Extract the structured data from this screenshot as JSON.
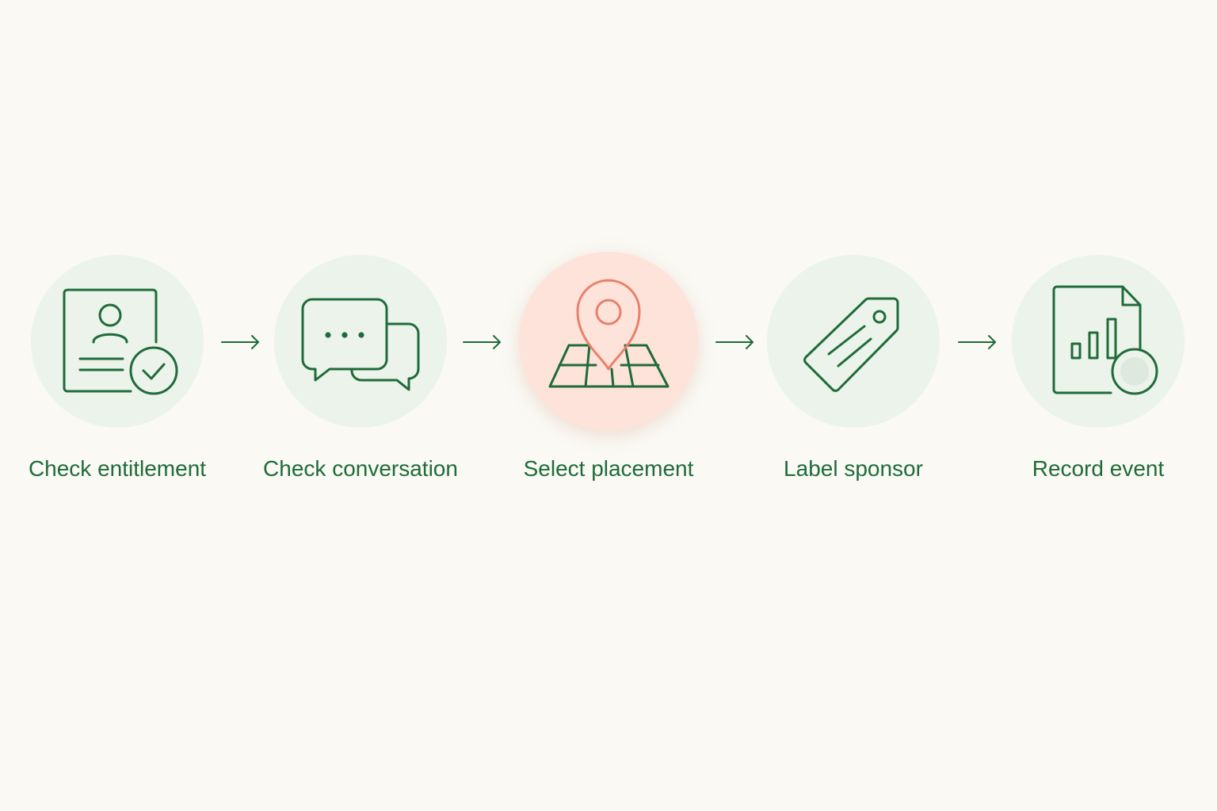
{
  "steps": [
    {
      "label": "Check entitlement",
      "icon": "profile-check-icon",
      "highlighted": false
    },
    {
      "label": "Check conversation",
      "icon": "chat-bubbles-icon",
      "highlighted": false
    },
    {
      "label": "Select placement",
      "icon": "map-pin-icon",
      "highlighted": true
    },
    {
      "label": "Label sponsor",
      "icon": "tag-icon",
      "highlighted": false
    },
    {
      "label": "Record event",
      "icon": "chart-document-icon",
      "highlighted": false
    }
  ],
  "colors": {
    "background": "#faf9f4",
    "stroke": "#1f6b3a",
    "accent_stroke": "#e8806a",
    "circle_fill": "#ebf3ea",
    "highlight_fill": "#fde3d9"
  }
}
